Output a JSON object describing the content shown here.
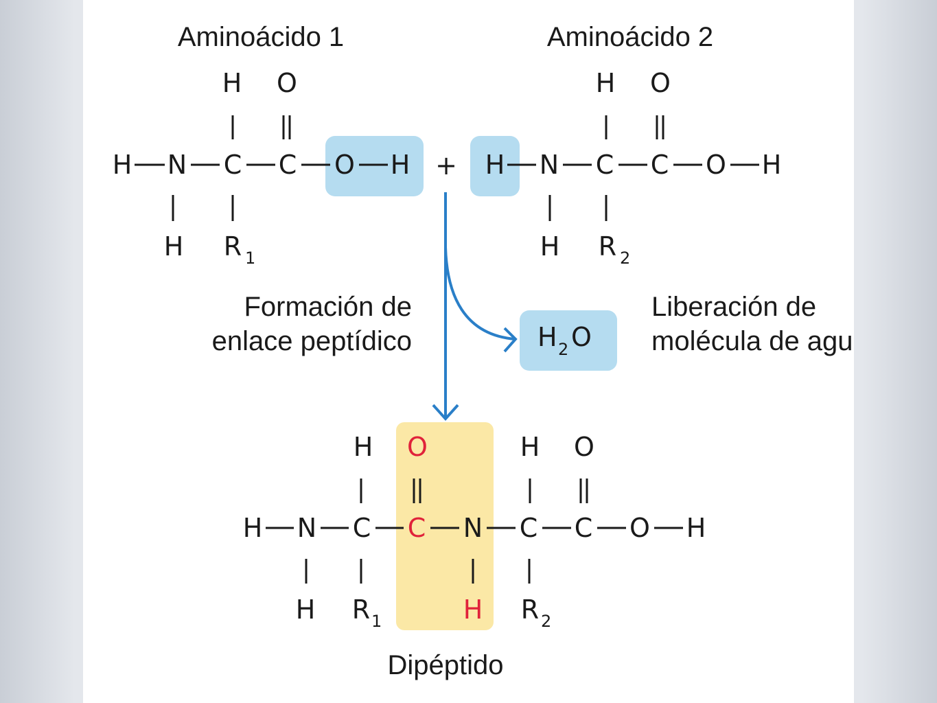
{
  "labels": {
    "amino1": "Aminoácido 1",
    "amino2": "Aminoácido 2",
    "plus": "+",
    "formation_line1": "Formación de",
    "formation_line2": "enlace peptídico",
    "release_line1": "Liberación de",
    "release_line2": "molécula de agua",
    "water_main": "H",
    "water_sub": "2",
    "water_end": "O",
    "product": "Dipéptido"
  },
  "atoms": {
    "H": "H",
    "N": "N",
    "C": "C",
    "O": "O",
    "R": "R",
    "sub1": "1",
    "sub2": "2"
  },
  "colors": {
    "blue_highlight": "#b5dcf0",
    "yellow_highlight": "#fbe8a6",
    "arrow": "#2a7fc8",
    "peptide_red": "#e0223a"
  }
}
